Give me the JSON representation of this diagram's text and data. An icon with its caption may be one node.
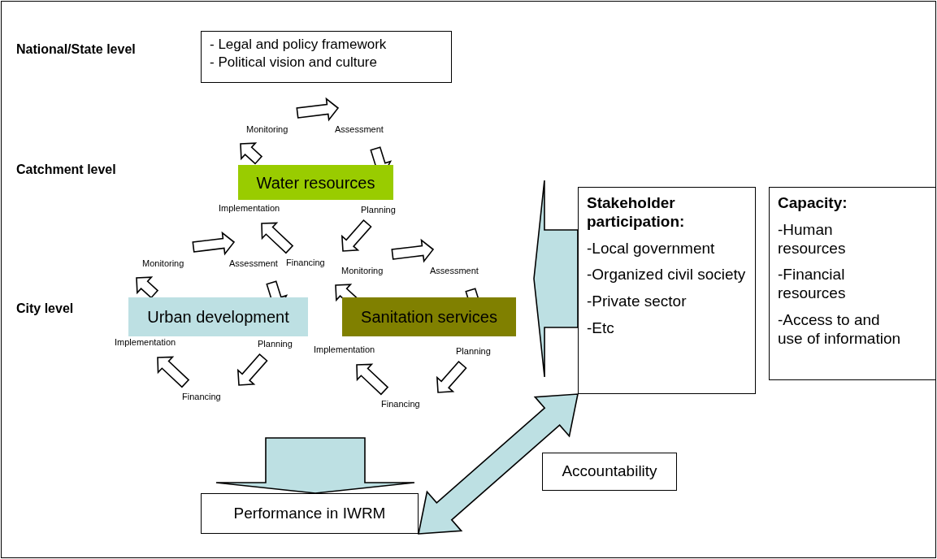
{
  "diagram": {
    "nodes": [
      {
        "text": [
          "- Legal and policy framework",
          "- Political vision and culture"
        ]
      },
      {
        "text": [
          "Water resources"
        ]
      },
      {
        "text": [
          "Urban development"
        ]
      },
      {
        "text": [
          "Sanitation services"
        ]
      },
      {
        "text": [
          "Stakeholder participation:",
          "-Local government",
          "-Organized civil society",
          "-Private sector",
          "-Etc"
        ]
      },
      {
        "text": [
          "Capacity:",
          "-Human resources",
          "-Financial resources",
          "-Access to and use of information"
        ]
      },
      {
        "text": [
          "Performance in IWRM"
        ]
      },
      {
        "text": [
          "Accountability"
        ]
      }
    ],
    "edges": [
      {
        "from": 4,
        "to": null,
        "arrow": "to"
      },
      {
        "from": null,
        "to": 6,
        "arrow": "to"
      },
      {
        "from": 6,
        "to": 4,
        "arrow": "both"
      }
    ],
    "labels": [
      "National/State level",
      "Catchment level",
      "Monitoring",
      "Assessment",
      "Implementation",
      "Planning",
      "Monitoring",
      "Assessment",
      "Financing",
      "Monitoring",
      "Assessment",
      "City level",
      "Implementation",
      "Planning",
      "Implementation",
      "Planning",
      "Financing",
      "Financing"
    ]
  }
}
